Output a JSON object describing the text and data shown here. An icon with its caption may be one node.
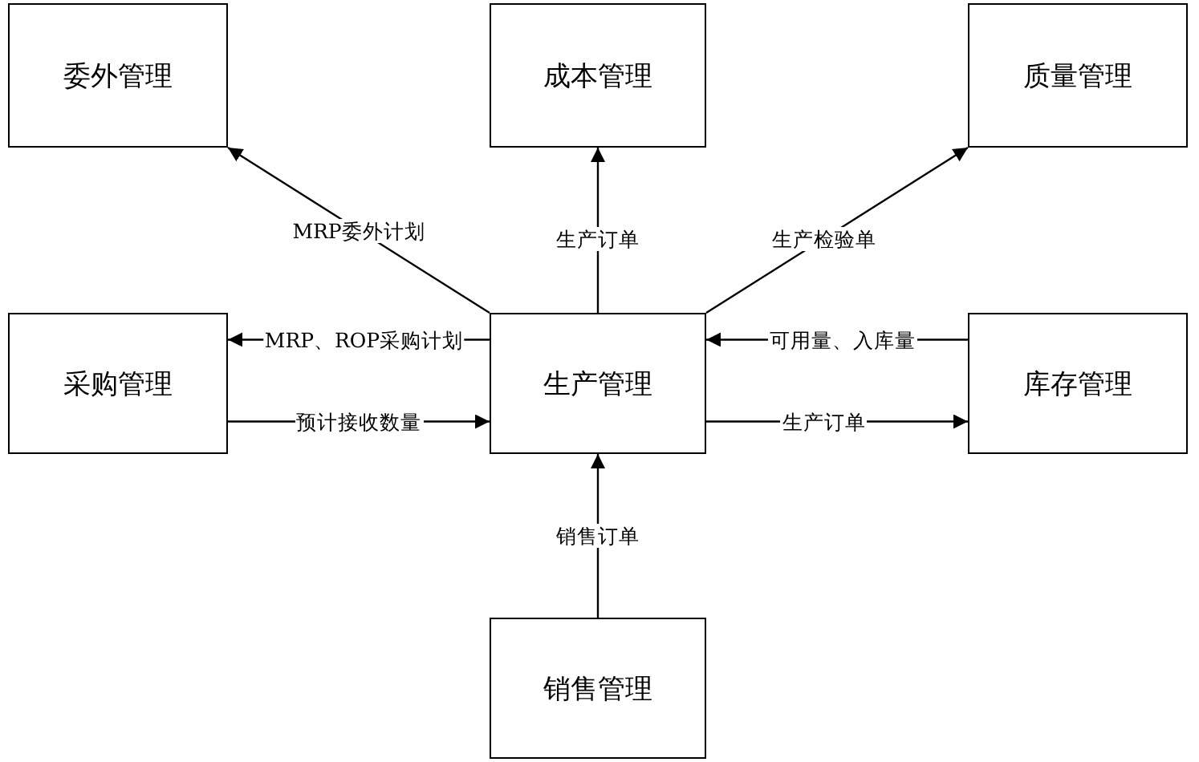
{
  "diagram": {
    "nodes": [
      {
        "text": [
          "委外管理"
        ]
      },
      {
        "text": [
          "成本管理"
        ]
      },
      {
        "text": [
          "质量管理"
        ]
      },
      {
        "text": [
          "采购管理"
        ]
      },
      {
        "text": [
          "生产管理"
        ]
      },
      {
        "text": [
          "库存管理"
        ]
      },
      {
        "text": [
          "销售管理"
        ]
      }
    ],
    "edges": [
      {
        "from": 4,
        "to": 0,
        "label": "MRP委外计划",
        "arrow": "to"
      },
      {
        "from": 4,
        "to": 1,
        "label": "生产订单",
        "arrow": "to"
      },
      {
        "from": 4,
        "to": 2,
        "label": "生产检验单",
        "arrow": "to"
      },
      {
        "from": 4,
        "to": 3,
        "label": "MRP、ROP采购计划",
        "arrow": "to"
      },
      {
        "from": 3,
        "to": 4,
        "label": "预计接收数量",
        "arrow": "to"
      },
      {
        "from": 5,
        "to": 4,
        "label": "可用量、入库量",
        "arrow": "to"
      },
      {
        "from": 4,
        "to": 5,
        "label": "生产订单",
        "arrow": "to"
      },
      {
        "from": 6,
        "to": 4,
        "label": "销售订单",
        "arrow": "to"
      }
    ]
  }
}
